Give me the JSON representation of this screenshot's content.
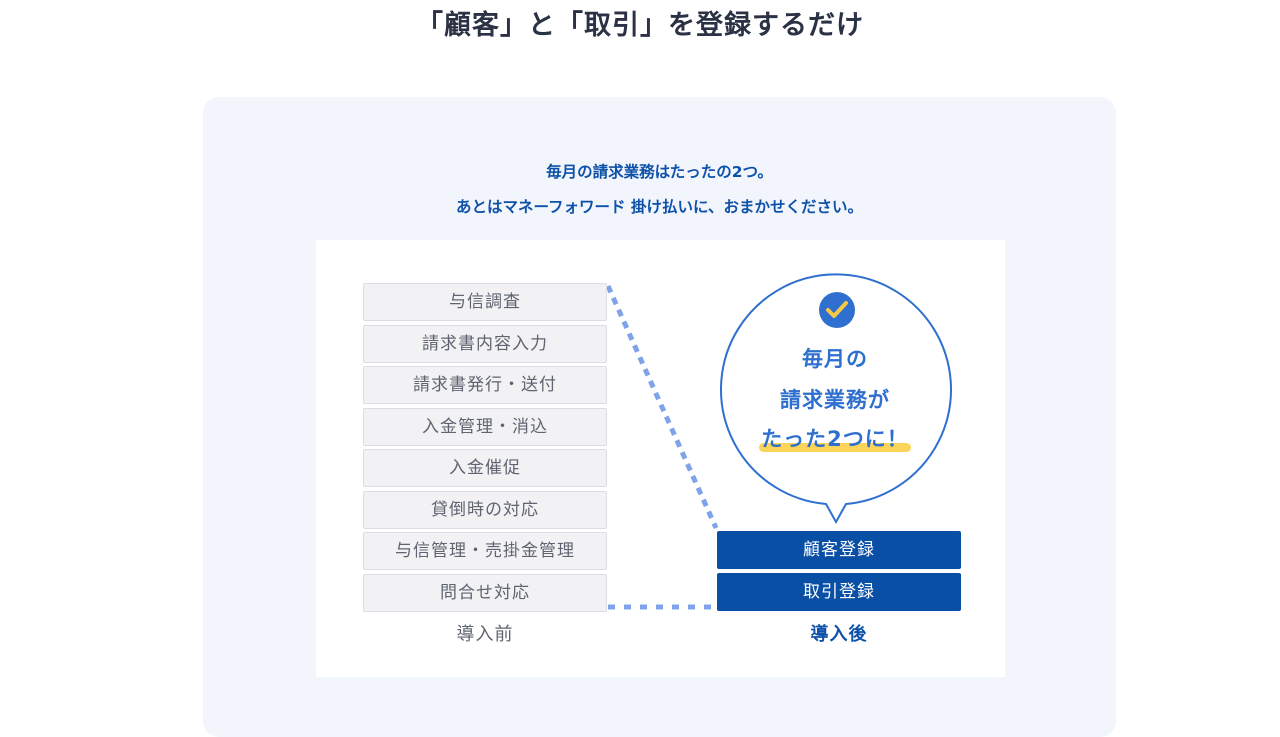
{
  "header": {
    "title": "「顧客」と「取引」を登録するだけ"
  },
  "intro": {
    "line1": "毎月の請求業務はたったの2つ。",
    "line2": "あとはマネーフォワード 掛け払いに、おまかせください。"
  },
  "before": {
    "label": "導入前",
    "tasks": [
      "与信調査",
      "請求書内容入力",
      "請求書発行・送付",
      "入金管理・消込",
      "入金催促",
      "貸倒時の対応",
      "与信管理・売掛金管理",
      "問合せ対応"
    ]
  },
  "after": {
    "label": "導入後",
    "tasks": [
      "顧客登録",
      "取引登録"
    ],
    "bubble": {
      "icon": "check-circle-icon",
      "line1": "毎月の",
      "line2": "請求業務が",
      "line3": "たった2つに！"
    }
  },
  "colors": {
    "title": "#2b3245",
    "brand_blue": "#0a4fa6",
    "bubble_blue": "#2e6fcf",
    "dotted_line": "#7fa3e8",
    "highlight_yellow": "#fcd45a",
    "check_yellow": "#f6c945",
    "panel_bg": "#f3f5fd",
    "task_bg": "#f2f2f4",
    "task_text": "#5f6470"
  }
}
